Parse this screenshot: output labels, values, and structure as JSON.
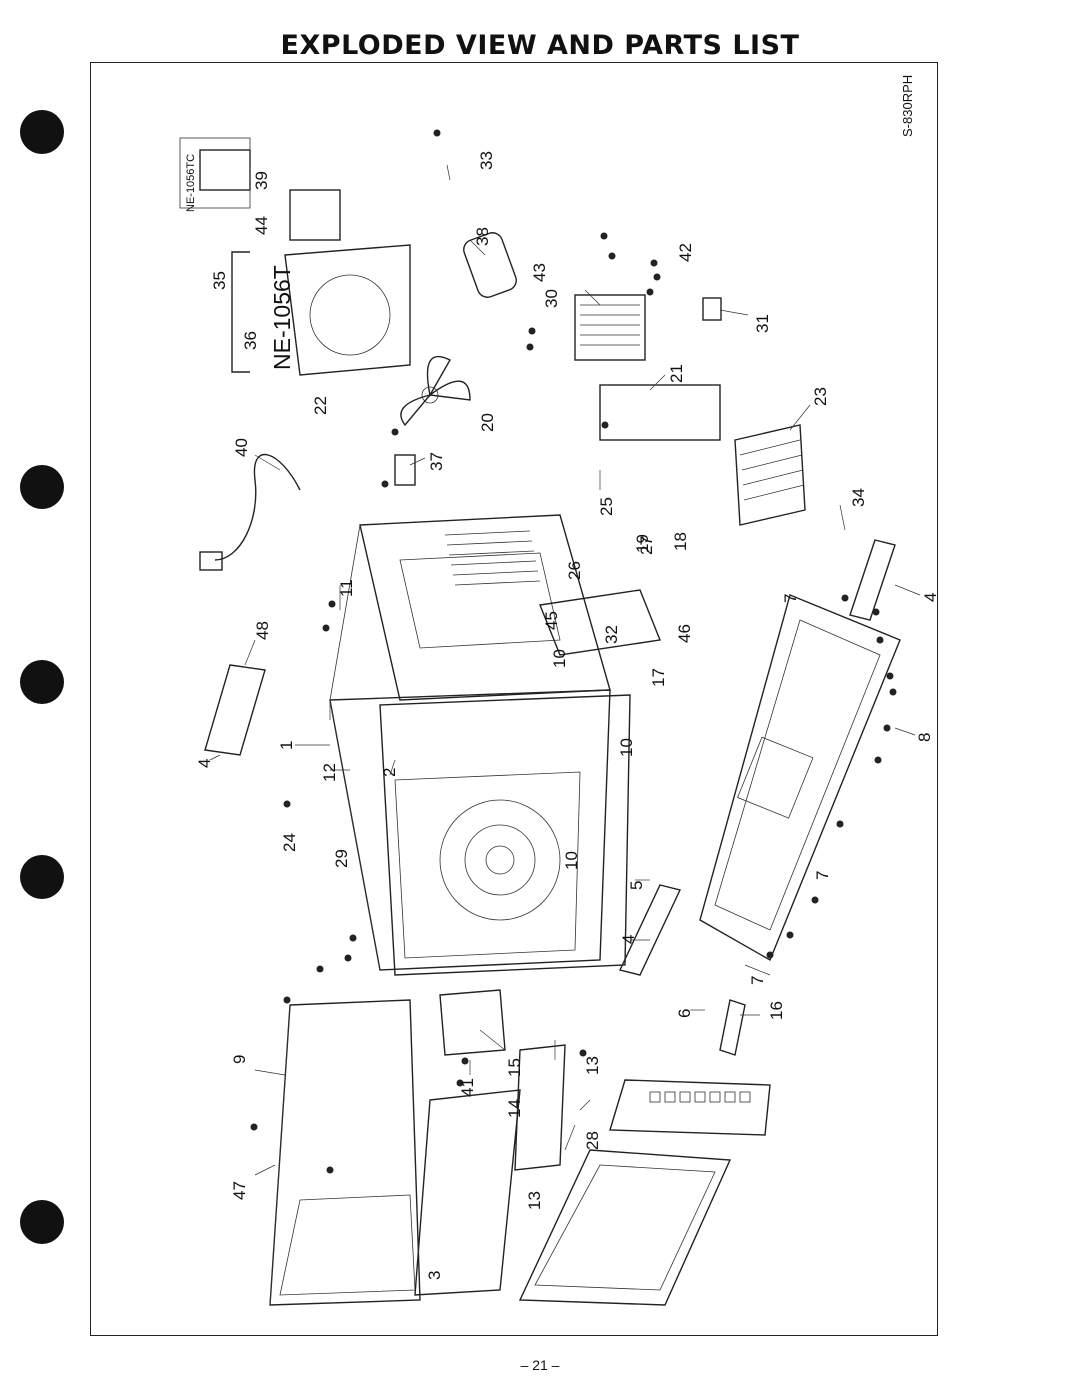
{
  "header": {
    "title": "EXPLODED VIEW AND PARTS LIST"
  },
  "footer": {
    "page_number": "– 21 –"
  },
  "diagram": {
    "model_code": "S-830RPH",
    "model_label_main": "NE-1056T",
    "model_label_alt": "NE-1056TC",
    "part_numbers": [
      "1",
      "2",
      "3",
      "4",
      "4",
      "4",
      "5",
      "6",
      "7",
      "7",
      "7",
      "8",
      "9",
      "10",
      "10",
      "10",
      "11",
      "12",
      "13",
      "13",
      "14",
      "15",
      "16",
      "17",
      "18",
      "19",
      "20",
      "21",
      "22",
      "23",
      "24",
      "25",
      "26",
      "27",
      "28",
      "29",
      "30",
      "31",
      "32",
      "33",
      "34",
      "35",
      "36",
      "37",
      "38",
      "39",
      "40",
      "41",
      "42",
      "43",
      "44",
      "45",
      "46",
      "47",
      "48"
    ]
  }
}
